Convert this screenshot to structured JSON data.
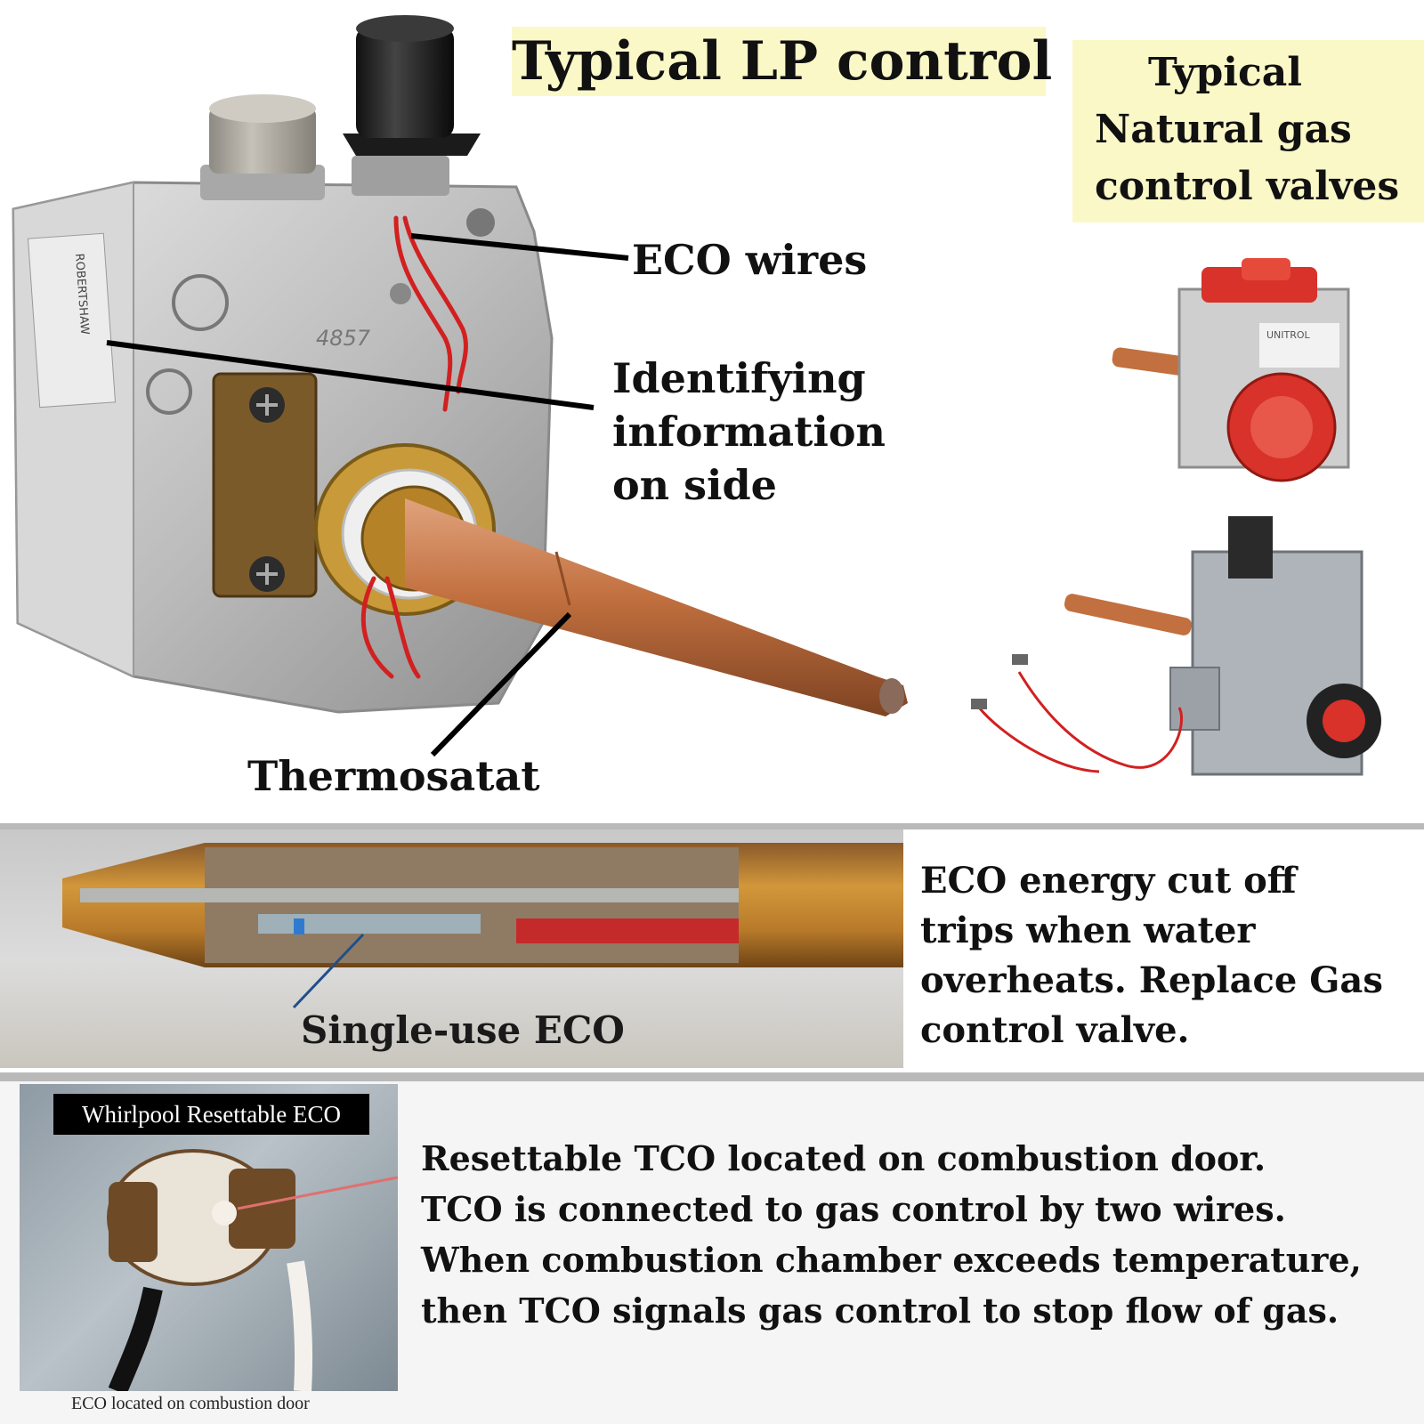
{
  "titles": {
    "lp": "Typical LP control",
    "ng_lines": [
      "Typical",
      "Natural gas",
      "control valves"
    ]
  },
  "callouts": {
    "eco_wires": "ECO wires",
    "identifying_lines": [
      "Identifying",
      "information",
      "on side"
    ],
    "thermostat": "Thermosatat"
  },
  "eco_section": {
    "photo_label": "Single-use ECO",
    "description_lines": [
      "ECO energy cut off",
      "trips when water",
      "overheats. Replace Gas",
      "control valve."
    ]
  },
  "tco_section": {
    "photo_tag": "Whirlpool Resettable ECO",
    "photo_caption": "ECO located on combustion door",
    "description_lines": [
      "Resettable TCO located on combustion door.",
      "TCO is connected to gas control by two wires.",
      "When combustion chamber exceeds temperature,",
      "then TCO signals gas control to stop flow of gas."
    ]
  },
  "product_markings": {
    "robertshaw_side": "ROBERTSHAW",
    "model_number": "4857",
    "unitrol_brand": "UNITROL"
  },
  "colors": {
    "title_highlight": "#fbf8c8",
    "copper": "#c7774a",
    "brass": "#c89a3a",
    "valve_body": "#c9c9c9",
    "wire_red": "#d22020",
    "knob_red": "#d8322a"
  }
}
